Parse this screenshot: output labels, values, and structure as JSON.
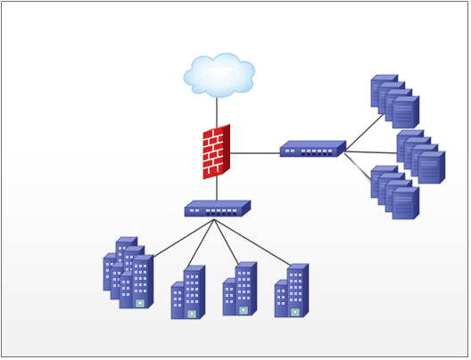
{
  "diagram": {
    "nodes": [
      {
        "id": "internet",
        "icon": "cloud-icon"
      },
      {
        "id": "firewall",
        "icon": "firewall-icon"
      },
      {
        "id": "core-switch",
        "icon": "switch-icon"
      },
      {
        "id": "server-switch",
        "icon": "switch-icon"
      },
      {
        "id": "server-stack-1",
        "icon": "server-stack-icon"
      },
      {
        "id": "server-stack-2",
        "icon": "server-stack-icon"
      },
      {
        "id": "server-stack-3",
        "icon": "server-stack-icon"
      },
      {
        "id": "office-campus",
        "icon": "building-cluster-icon"
      },
      {
        "id": "branch-office-1",
        "icon": "building-icon"
      },
      {
        "id": "branch-office-2",
        "icon": "building-icon"
      },
      {
        "id": "branch-office-3",
        "icon": "building-icon"
      }
    ],
    "edges": [
      [
        "internet",
        "firewall"
      ],
      [
        "firewall",
        "core-switch"
      ],
      [
        "firewall",
        "server-switch"
      ],
      [
        "server-switch",
        "server-stack-1"
      ],
      [
        "server-switch",
        "server-stack-2"
      ],
      [
        "server-switch",
        "server-stack-3"
      ],
      [
        "core-switch",
        "office-campus"
      ],
      [
        "core-switch",
        "branch-office-1"
      ],
      [
        "core-switch",
        "branch-office-2"
      ],
      [
        "core-switch",
        "branch-office-3"
      ]
    ],
    "colors": {
      "device_blue": "#5a66b5",
      "device_dark": "#3c4590",
      "firewall_red": "#d81e1e",
      "cloud": "#b9dff7",
      "link": "#4a4a4a"
    }
  }
}
